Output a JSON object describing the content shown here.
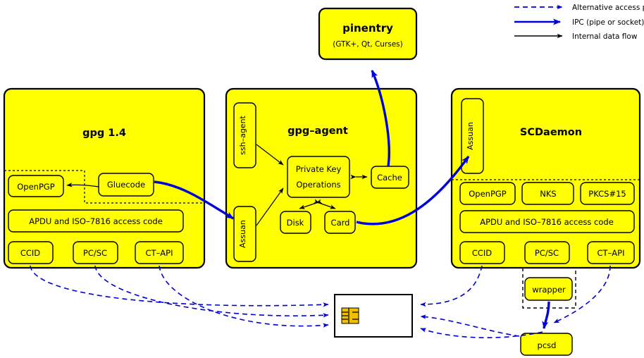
{
  "legend": {
    "items": [
      {
        "label": "Alternative access paths",
        "style": "dashed-blue",
        "color": "#0000d8"
      },
      {
        "label": "IPC (pipe or socket)",
        "style": "solid-blue-thick",
        "color": "#0000d8"
      },
      {
        "label": "Internal data flow",
        "style": "solid-black",
        "color": "#000000"
      }
    ]
  },
  "colors": {
    "panel_fill": "#ffff00",
    "panel_stroke": "#000000",
    "ipc": "#0000d8",
    "alt_path": "#0000d8",
    "internal": "#000000",
    "card_fill": "#ffffff",
    "chip": "#f0c000"
  },
  "pinentry": {
    "title": "pinentry",
    "subtitle": "(GTK+, Qt, Curses)"
  },
  "gpg": {
    "title": "gpg 1.4",
    "gluecode": "Gluecode",
    "openpgp": "OpenPGP",
    "apdu": "APDU and ISO–7816 access code",
    "drivers": [
      "CCID",
      "PC/SC",
      "CT–API"
    ]
  },
  "gpg_agent": {
    "title": "gpg–agent",
    "ssh_agent": "ssh–agent",
    "assuan": "Assuan",
    "private_key_line1": "Private Key",
    "private_key_line2": "Operations",
    "cache": "Cache",
    "disk": "Disk",
    "card": "Card"
  },
  "scdaemon": {
    "title": "SCDaemon",
    "assuan": "Assuan",
    "apps": [
      "OpenPGP",
      "NKS",
      "PKCS#15"
    ],
    "apdu": "APDU and ISO–7816 access code",
    "drivers": [
      "CCID",
      "PC/SC",
      "CT–API"
    ],
    "wrapper": "wrapper",
    "pcsd": "pcsd"
  },
  "smartcard": {
    "label": "smartcard"
  }
}
